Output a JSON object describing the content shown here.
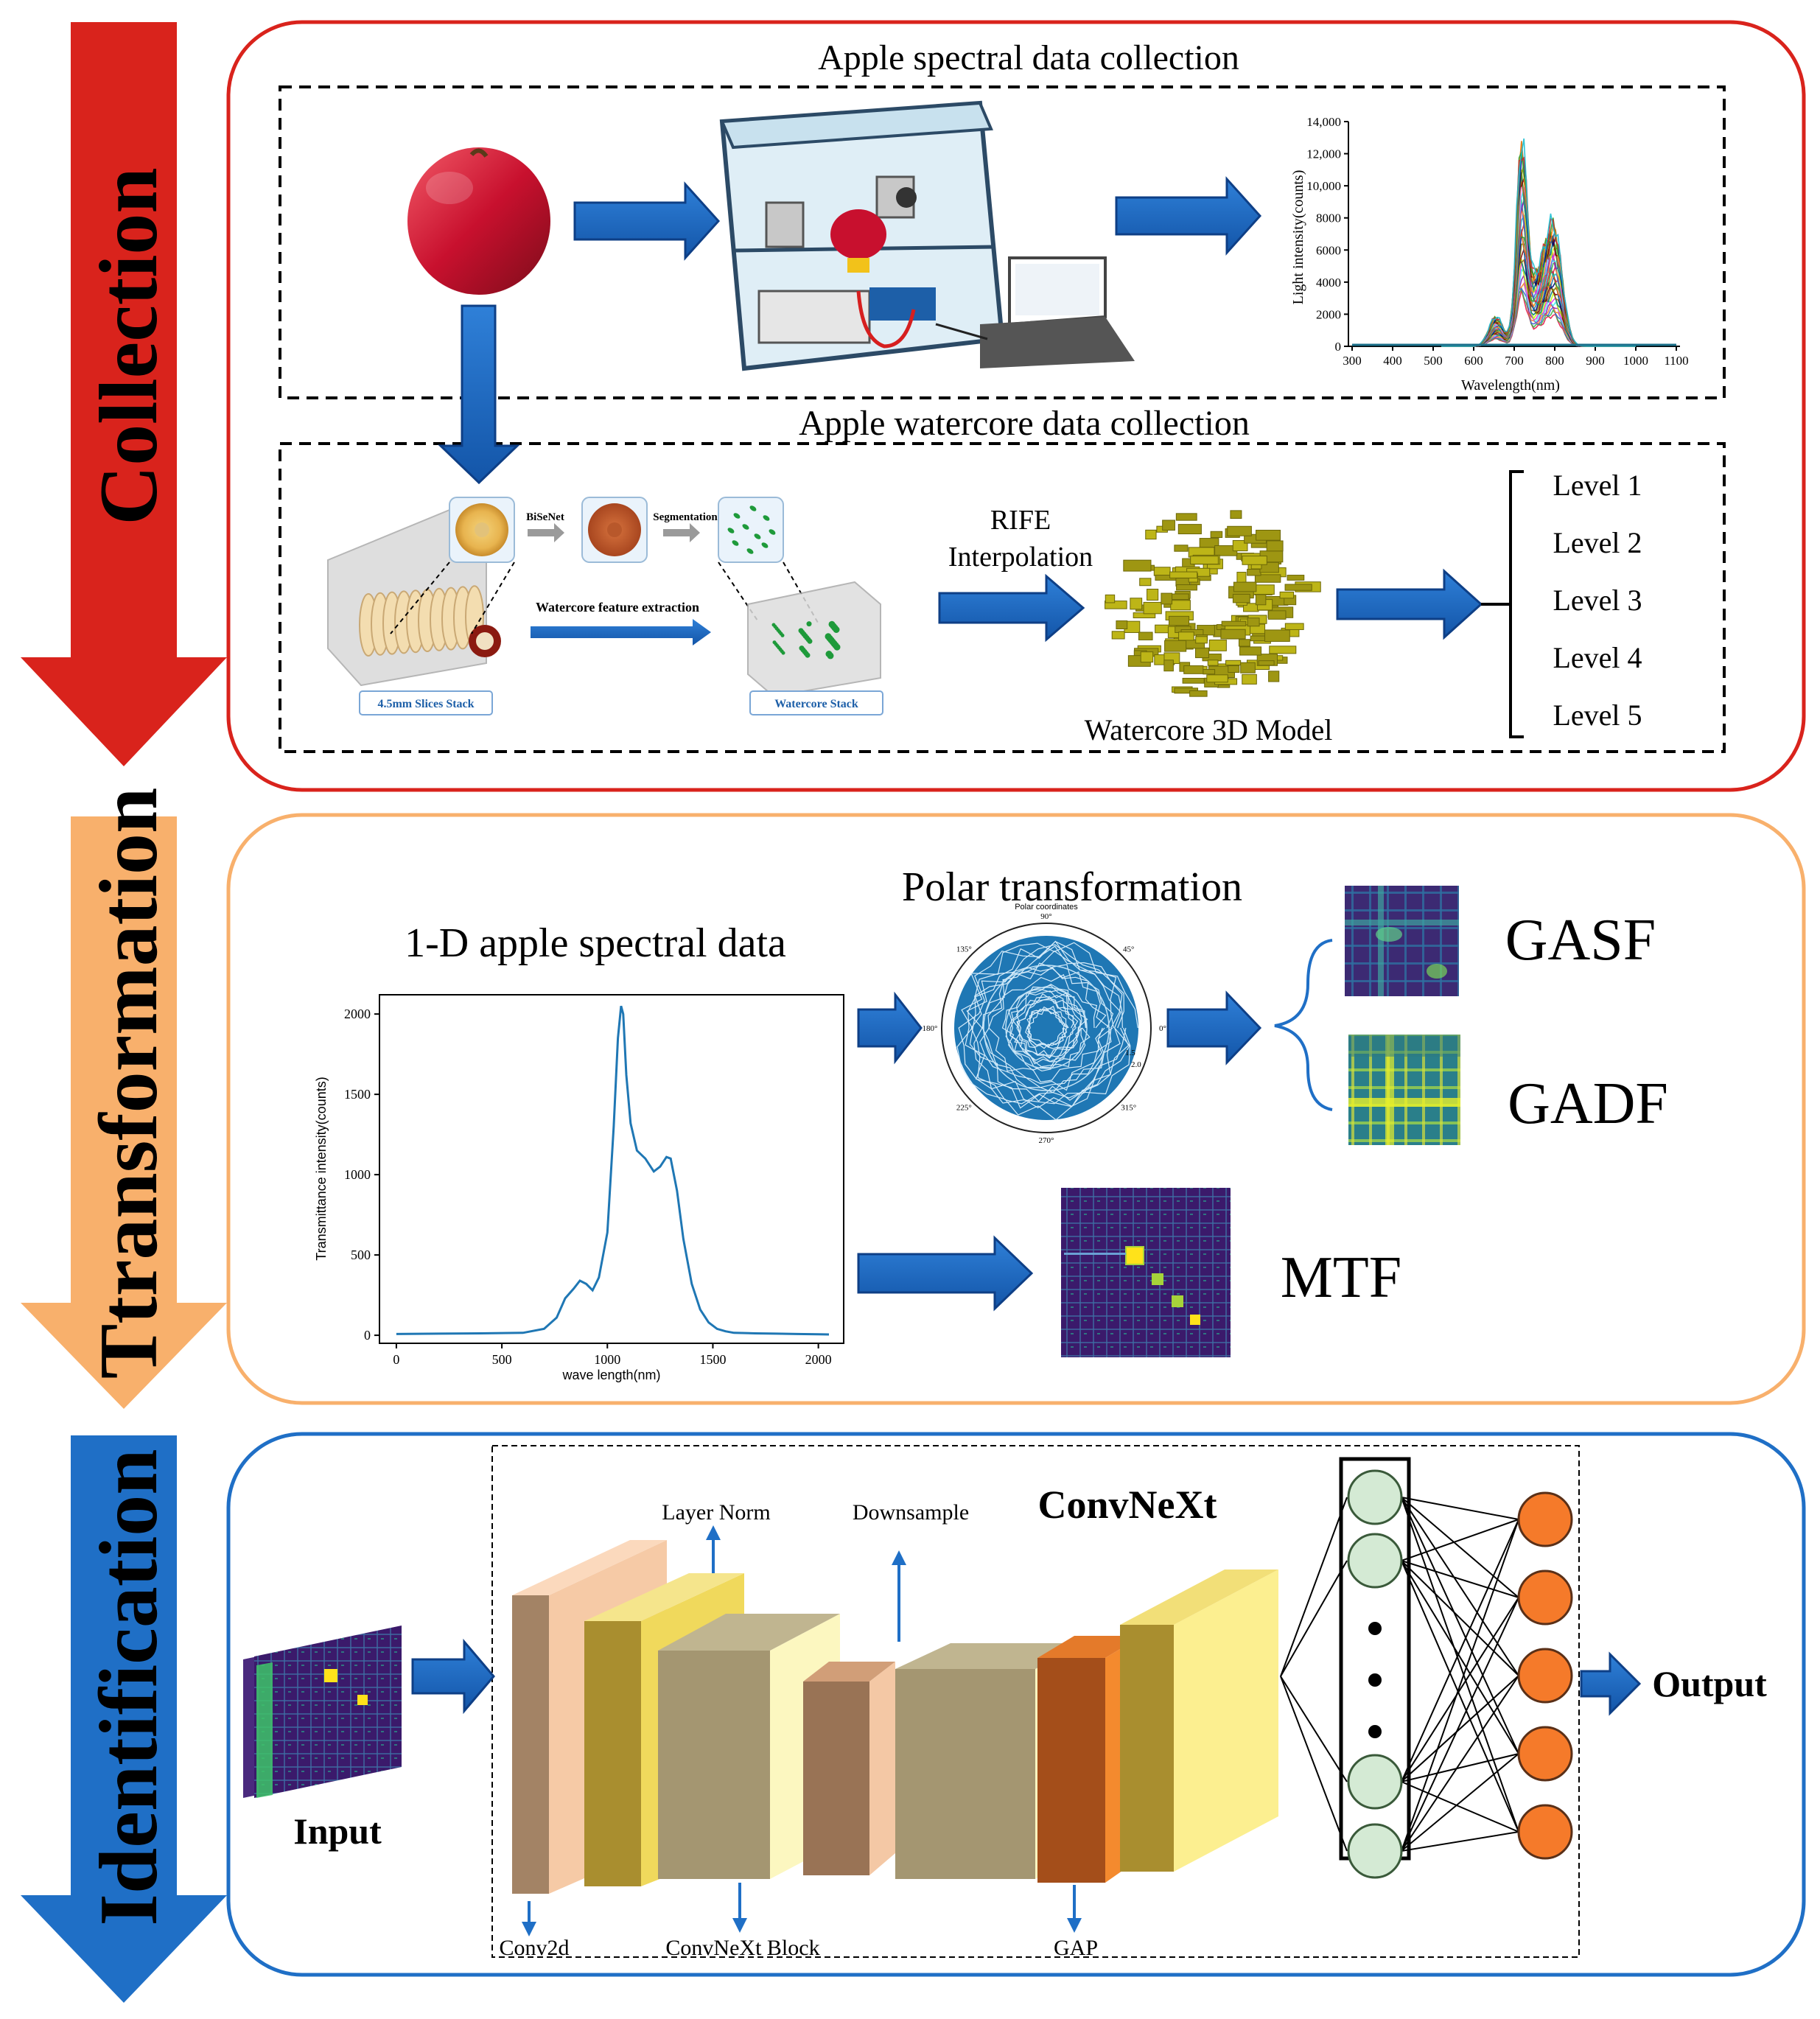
{
  "stages": {
    "collection": {
      "label": "Collection",
      "color": "#d9231c"
    },
    "transformation": {
      "label": "Ttransformation",
      "color": "#f8b06c"
    },
    "identification": {
      "label": "Identification",
      "color": "#1f6fc6"
    }
  },
  "collection": {
    "spectral_title": "Apple spectral data collection",
    "watercore_title": "Apple watercore data collection",
    "spectrum_chart": {
      "ylabel": "Light intensity(counts)",
      "xlabel": "Wavelength(nm)",
      "yticks": [
        "0",
        "2000",
        "4000",
        "6000",
        "8000",
        "10,000",
        "12,000",
        "14,000"
      ],
      "xticks": [
        "300",
        "400",
        "500",
        "600",
        "700",
        "800",
        "900",
        "1000",
        "1100"
      ]
    },
    "bisenet": "BiSeNet",
    "segmentation": "Segmentation",
    "feature_extraction": "Watercore feature extraction",
    "slices_stack": "4.5mm Slices Stack",
    "watercore_stack": "Watercore Stack",
    "rife_line1": "RIFE",
    "rife_line2": "Interpolation",
    "model_label": "Watercore 3D Model",
    "levels": [
      "Level 1",
      "Level 2",
      "Level 3",
      "Level 4",
      "Level 5"
    ]
  },
  "transformation": {
    "spectral_title": "1-D apple spectral data",
    "polar_title": "Polar transformation",
    "polar_small_title": "Polar coordinates",
    "polar_angles": [
      "90°",
      "45°",
      "0°",
      "315°",
      "270°",
      "225°",
      "180°",
      "135°"
    ],
    "polar_radii": [
      "1.5",
      "2.0"
    ],
    "gasf": "GASF",
    "gadf": "GADF",
    "mtf": "MTF",
    "chart": {
      "type": "line",
      "ylabel": "Transmittance intensity(counts)",
      "xlabel": "wave length(nm)",
      "xticks": [
        0,
        500,
        1000,
        1500,
        2000
      ],
      "yticks": [
        0,
        500,
        1000,
        1500,
        2000
      ],
      "xlim": [
        -80,
        2120
      ],
      "ylim": [
        -50,
        2120
      ],
      "color": "#1f77b4",
      "x": [
        0,
        200,
        400,
        600,
        700,
        760,
        800,
        840,
        870,
        900,
        930,
        960,
        1000,
        1030,
        1050,
        1065,
        1075,
        1090,
        1110,
        1140,
        1180,
        1220,
        1250,
        1280,
        1300,
        1330,
        1360,
        1400,
        1440,
        1480,
        1520,
        1560,
        1600,
        1700,
        1800,
        1900,
        2000,
        2050
      ],
      "y": [
        8,
        10,
        12,
        15,
        40,
        110,
        230,
        290,
        340,
        320,
        280,
        360,
        640,
        1300,
        1850,
        2050,
        2000,
        1620,
        1320,
        1150,
        1100,
        1020,
        1050,
        1110,
        1100,
        900,
        600,
        320,
        160,
        80,
        40,
        25,
        15,
        12,
        10,
        8,
        6,
        5
      ]
    }
  },
  "identification": {
    "convnext_title": "ConvNeXt",
    "layer_norm": "Layer Norm",
    "downsample": "Downsample",
    "conv2d": "Conv2d",
    "convnext_block": "ConvNeXt Block",
    "gap": "GAP",
    "input": "Input",
    "output": "Output"
  }
}
